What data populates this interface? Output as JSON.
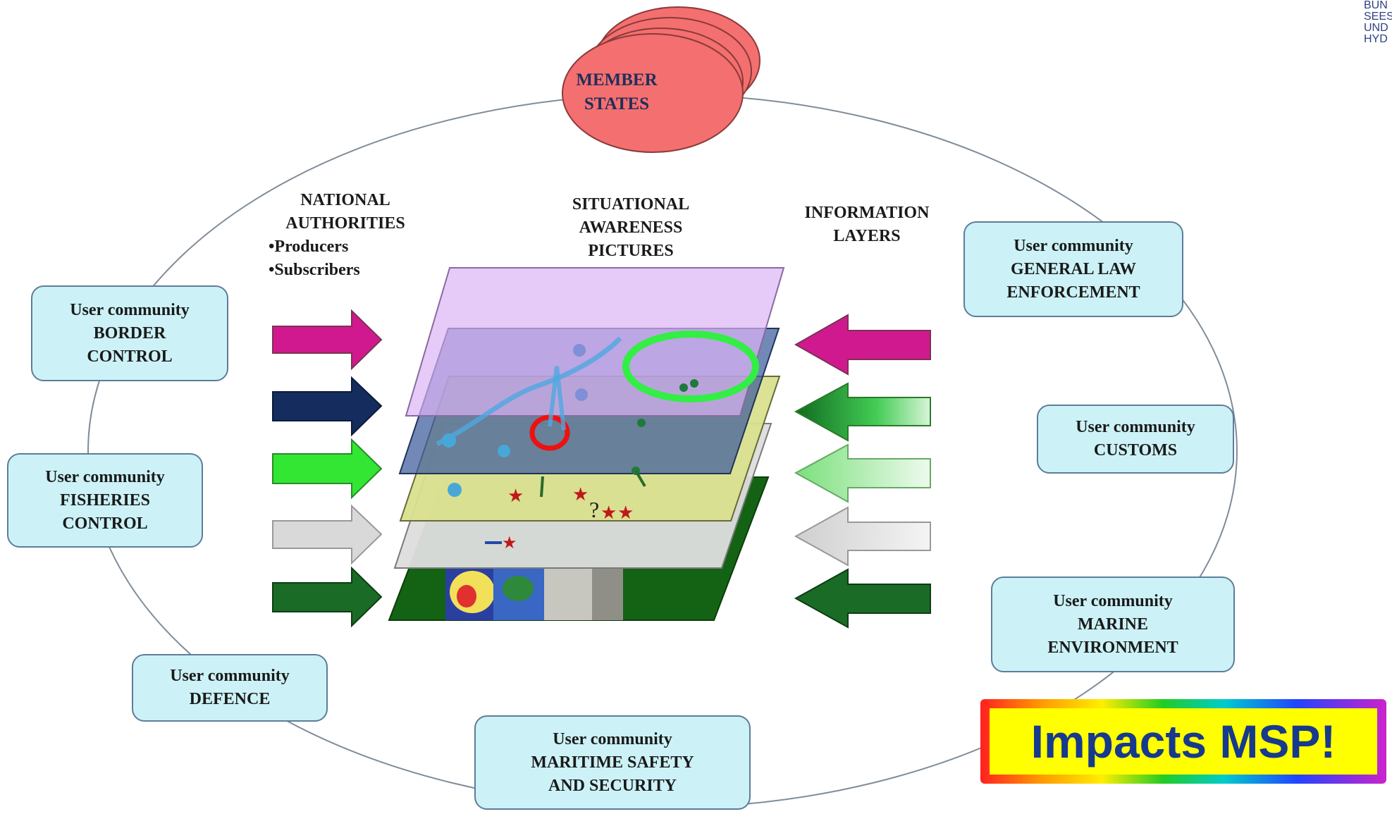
{
  "logo": {
    "lines": [
      "BUN",
      "SEES",
      "UND",
      "HYD"
    ]
  },
  "member_states": {
    "line1": "MEMBER",
    "line2": "STATES"
  },
  "national_authorities": {
    "line1": "NATIONAL",
    "line2": "AUTHORITIES",
    "bullets": [
      "Producers",
      "Subscribers"
    ]
  },
  "situational_awareness": {
    "line1": "SITUATIONAL",
    "line2": "AWARENESS",
    "line3": "PICTURES"
  },
  "information_layers": {
    "line1": "INFORMATION",
    "line2": "LAYERS"
  },
  "user_communities": [
    {
      "line1": "User community",
      "line2": "BORDER",
      "line3": "CONTROL"
    },
    {
      "line1": "User community",
      "line2": "FISHERIES",
      "line3": "CONTROL"
    },
    {
      "line1": "User community",
      "line2": "DEFENCE"
    },
    {
      "line1": "User community",
      "line2": "MARITIME  SAFETY",
      "line3": "AND SECURITY"
    },
    {
      "line1": "User community",
      "line2": "MARINE",
      "line3": "ENVIRONMENT"
    },
    {
      "line1": "User community",
      "line2": "CUSTOMS"
    },
    {
      "line1": "User community",
      "line2": "GENERAL LAW",
      "line3": "ENFORCEMENT"
    }
  ],
  "layer_glyph": "?",
  "callout": {
    "text": "Impacts MSP!"
  },
  "colors": {
    "member_states_fill": "#f46f6f",
    "arrow_magenta": "#d1198f",
    "arrow_navy": "#152d5e",
    "arrow_green": "#33e633",
    "arrow_grey": "#d9d9d9",
    "arrow_dark_green": "#1a6b26",
    "layer_purple": "#dcb4f5",
    "layer_blue": "#3b5a9b",
    "layer_yellow": "#d9e08e",
    "layer_grey": "#dedede",
    "layer_dark_green": "#146314",
    "box_fill": "#ccf2f7",
    "callout_fill": "#ffff00",
    "callout_text": "#173a8c"
  }
}
